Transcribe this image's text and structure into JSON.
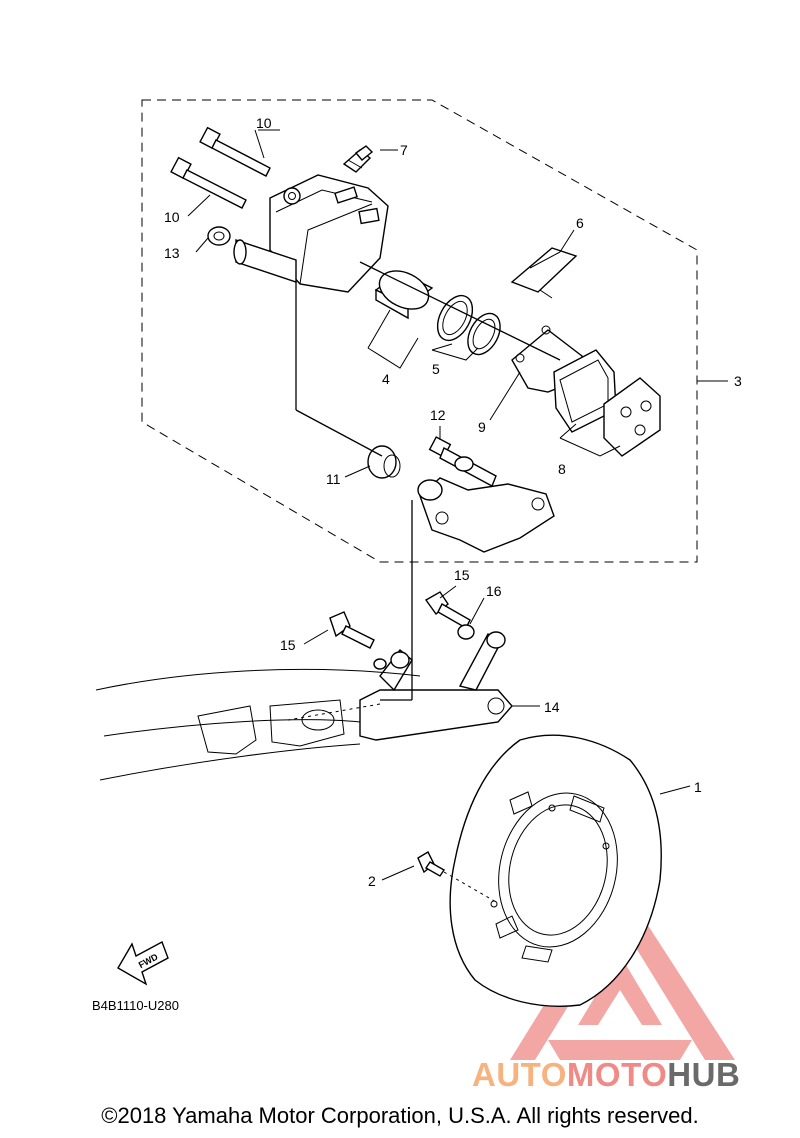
{
  "labels": {
    "c1": "1",
    "c2": "2",
    "c3": "3",
    "c4": "4",
    "c5": "5",
    "c6": "6",
    "c7": "7",
    "c8": "8",
    "c9": "9",
    "c10a": "10",
    "c10b": "10",
    "c11": "11",
    "c12": "12",
    "c13": "13",
    "c14": "14",
    "c15a": "15",
    "c15b": "15",
    "c16": "16"
  },
  "fwd_label": "FWD",
  "diagram_code": "B4B1110-U280",
  "watermark": {
    "auto": "AUTO",
    "moto": "MOTO",
    "hub": "HUB"
  },
  "copyright": "©2018 Yamaha Motor Corporation, U.S.A. All rights reserved.",
  "colors": {
    "watermark_triangle": "#f08a87",
    "watermark_auto": "#f6b37f",
    "watermark_hub": "#6a6a6a"
  }
}
